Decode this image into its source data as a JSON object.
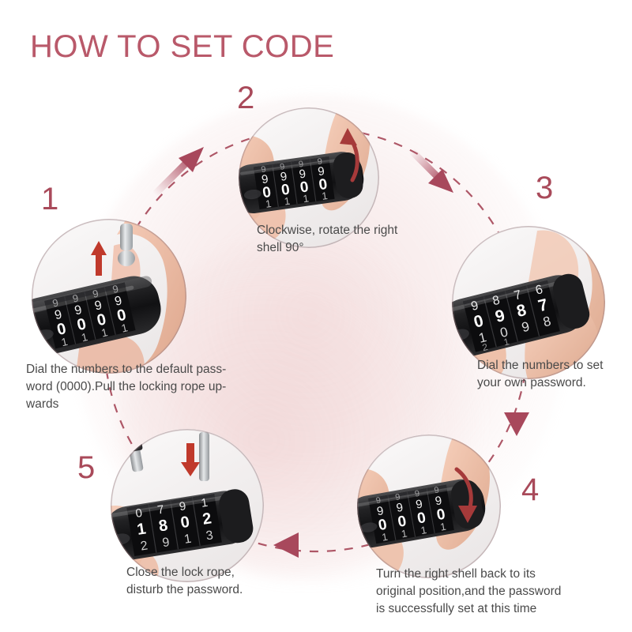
{
  "page": {
    "title": "HOW TO SET CODE",
    "accent_color": "#b9596a",
    "number_color": "#a94a5a",
    "caption_color": "#4a4a4a",
    "background_color": "#ffffff",
    "flow_circle_color": "#a03b4d",
    "arrow_color": "#b4566a",
    "red_indicator_color": "#c0392b"
  },
  "steps": [
    {
      "number": "1",
      "caption": "Dial the numbers to the default pass-\nword (0000).Pull the locking rope up-\nwards",
      "photo": {
        "name": "step-1-photo",
        "alt": "hand holding black combination lock, pulling locking rope upward",
        "dial_rows": [
          "9999",
          "0000",
          "1111"
        ],
        "indicator": "up-arrow",
        "lock_state": "rope-pulled-up"
      }
    },
    {
      "number": "2",
      "caption": "Clockwise, rotate the right\nshell 90°",
      "photo": {
        "name": "step-2-photo",
        "alt": "fingers rotating the right shell of the lock clockwise",
        "dial_rows": [
          "9999",
          "0000",
          "1111"
        ],
        "indicator": "rotate-clockwise-arrow",
        "lock_state": "shell-rotating"
      }
    },
    {
      "number": "3",
      "caption": "Dial the numbers to set\nyour own password.",
      "photo": {
        "name": "step-3-photo",
        "alt": "fingers turning the number dials to set a new code",
        "dial_rows": [
          "9876",
          "0987",
          "1098"
        ],
        "indicator": "none",
        "lock_state": "dials-turning"
      }
    },
    {
      "number": "4",
      "caption": "Turn the right shell back to its\noriginal position,and the password\nis successfully set at this time",
      "photo": {
        "name": "step-4-photo",
        "alt": "fingers turning the right shell back to its original position",
        "dial_rows": [
          "9999",
          "0000",
          "1111"
        ],
        "indicator": "rotate-back-arrow",
        "lock_state": "shell-returning"
      }
    },
    {
      "number": "5",
      "caption": "Close the lock rope,\ndisturb the password.",
      "photo": {
        "name": "step-5-photo",
        "alt": "lock rope closed and dial numbers scrambled",
        "dial_rows": [
          "0791",
          "1802",
          "2913"
        ],
        "indicator": "down-arrow",
        "lock_state": "rope-closed"
      }
    }
  ],
  "flow": {
    "arrows": [
      {
        "name": "flow-arrow-1-to-2",
        "direction": "up-right"
      },
      {
        "name": "flow-arrow-2-to-3",
        "direction": "down-right"
      },
      {
        "name": "flow-arrow-3-to-4",
        "direction": "down"
      },
      {
        "name": "flow-arrow-4-to-5",
        "direction": "left"
      },
      {
        "name": "flow-arrow-5-to-1",
        "direction": "up-left"
      }
    ]
  }
}
